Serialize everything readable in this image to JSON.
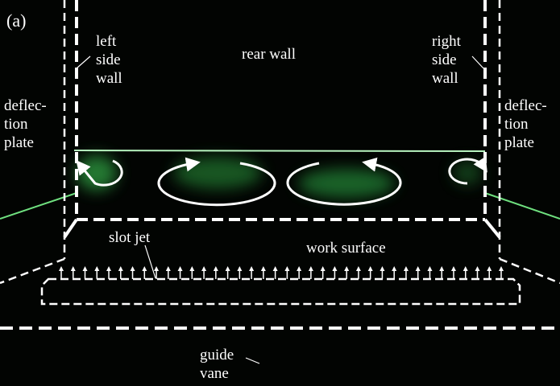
{
  "panel_label": "(a)",
  "labels": {
    "left_side_wall": [
      "left",
      "side",
      "wall"
    ],
    "rear_wall": "rear wall",
    "right_side_wall": [
      "right",
      "side",
      "wall"
    ],
    "left_deflection_plate": [
      "deflec-",
      "tion",
      "plate"
    ],
    "right_deflection_plate": [
      "deflec-",
      "tion",
      "plate"
    ],
    "slot_jet": "slot jet",
    "work_surface": "work surface",
    "guide_vane": [
      "guide",
      "vane"
    ]
  },
  "colors": {
    "laser_green": "#3fd85a",
    "annotation": "#ffffff"
  }
}
